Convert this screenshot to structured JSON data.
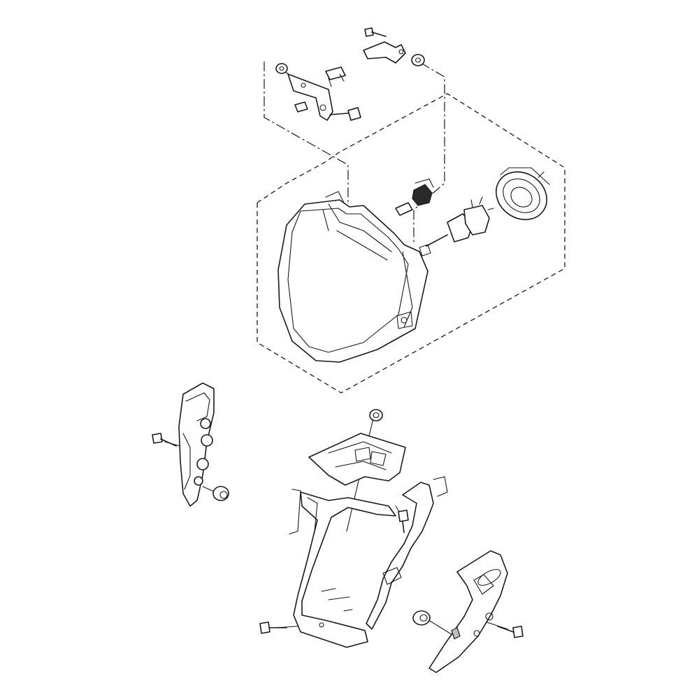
{
  "diagram": {
    "kind": "exploded parts view",
    "parts": [
      {
        "id": "headlight-unit",
        "icon": "headlight-icon"
      },
      {
        "id": "headlight-bulb",
        "icon": "bulb-icon"
      },
      {
        "id": "position-light-bulb",
        "icon": "small-bulb-icon"
      },
      {
        "id": "bulb-socket",
        "icon": "socket-icon"
      },
      {
        "id": "dust-cover",
        "icon": "rubber-cap-icon"
      },
      {
        "id": "adjuster-bracket",
        "icon": "bracket-icon"
      },
      {
        "id": "upper-stay",
        "icon": "stay-icon"
      },
      {
        "id": "headlight-stay",
        "icon": "frame-icon"
      },
      {
        "id": "left-cover",
        "icon": "cover-icon"
      },
      {
        "id": "right-cover",
        "icon": "cover-icon"
      },
      {
        "id": "bolts",
        "icon": "bolt-icon"
      },
      {
        "id": "grommets",
        "icon": "grommet-icon"
      },
      {
        "id": "washers",
        "icon": "washer-icon"
      }
    ],
    "colors": {
      "line": "#1a1a1a",
      "background": "#ffffff"
    }
  }
}
